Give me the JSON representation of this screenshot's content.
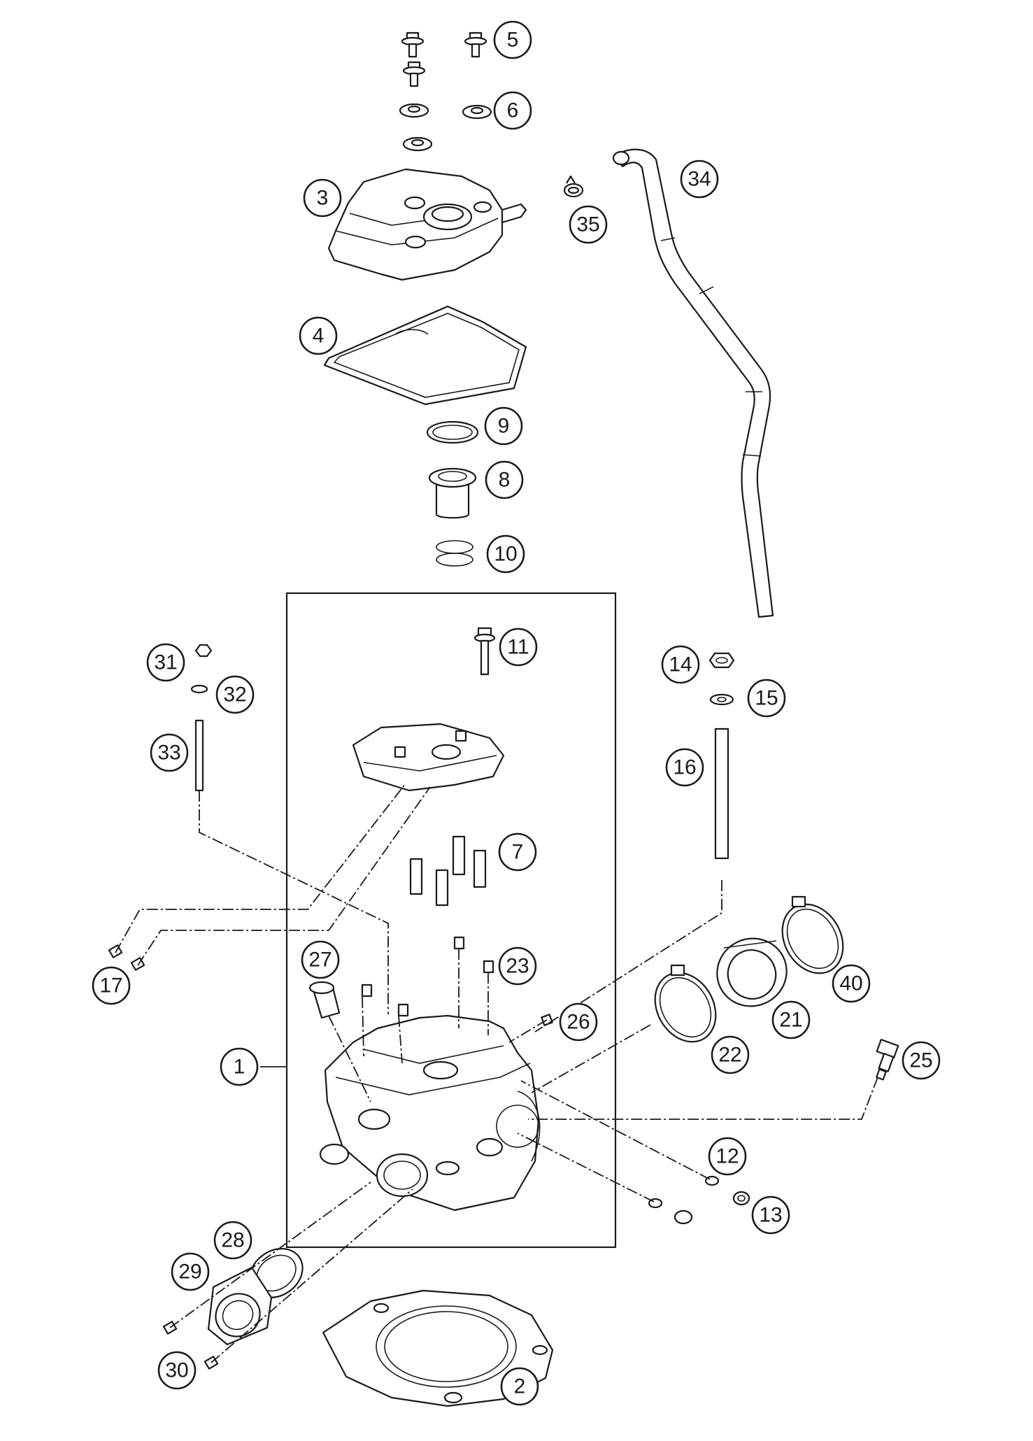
{
  "diagram": {
    "callouts": [
      {
        "id": "c5",
        "label": "5"
      },
      {
        "id": "c6",
        "label": "6"
      },
      {
        "id": "c3",
        "label": "3"
      },
      {
        "id": "c35",
        "label": "35"
      },
      {
        "id": "c34",
        "label": "34"
      },
      {
        "id": "c4",
        "label": "4"
      },
      {
        "id": "c9",
        "label": "9"
      },
      {
        "id": "c8",
        "label": "8"
      },
      {
        "id": "c10",
        "label": "10"
      },
      {
        "id": "c11",
        "label": "11"
      },
      {
        "id": "c31",
        "label": "31"
      },
      {
        "id": "c32",
        "label": "32"
      },
      {
        "id": "c33",
        "label": "33"
      },
      {
        "id": "c14",
        "label": "14"
      },
      {
        "id": "c15",
        "label": "15"
      },
      {
        "id": "c16",
        "label": "16"
      },
      {
        "id": "c7",
        "label": "7"
      },
      {
        "id": "c17",
        "label": "17"
      },
      {
        "id": "c27",
        "label": "27"
      },
      {
        "id": "c23",
        "label": "23"
      },
      {
        "id": "c40",
        "label": "40"
      },
      {
        "id": "c21",
        "label": "21"
      },
      {
        "id": "c26",
        "label": "26"
      },
      {
        "id": "c22",
        "label": "22"
      },
      {
        "id": "c25",
        "label": "25"
      },
      {
        "id": "c1",
        "label": "1"
      },
      {
        "id": "c12",
        "label": "12"
      },
      {
        "id": "c13",
        "label": "13"
      },
      {
        "id": "c28",
        "label": "28"
      },
      {
        "id": "c29",
        "label": "29"
      },
      {
        "id": "c30",
        "label": "30"
      },
      {
        "id": "c2",
        "label": "2"
      }
    ]
  }
}
